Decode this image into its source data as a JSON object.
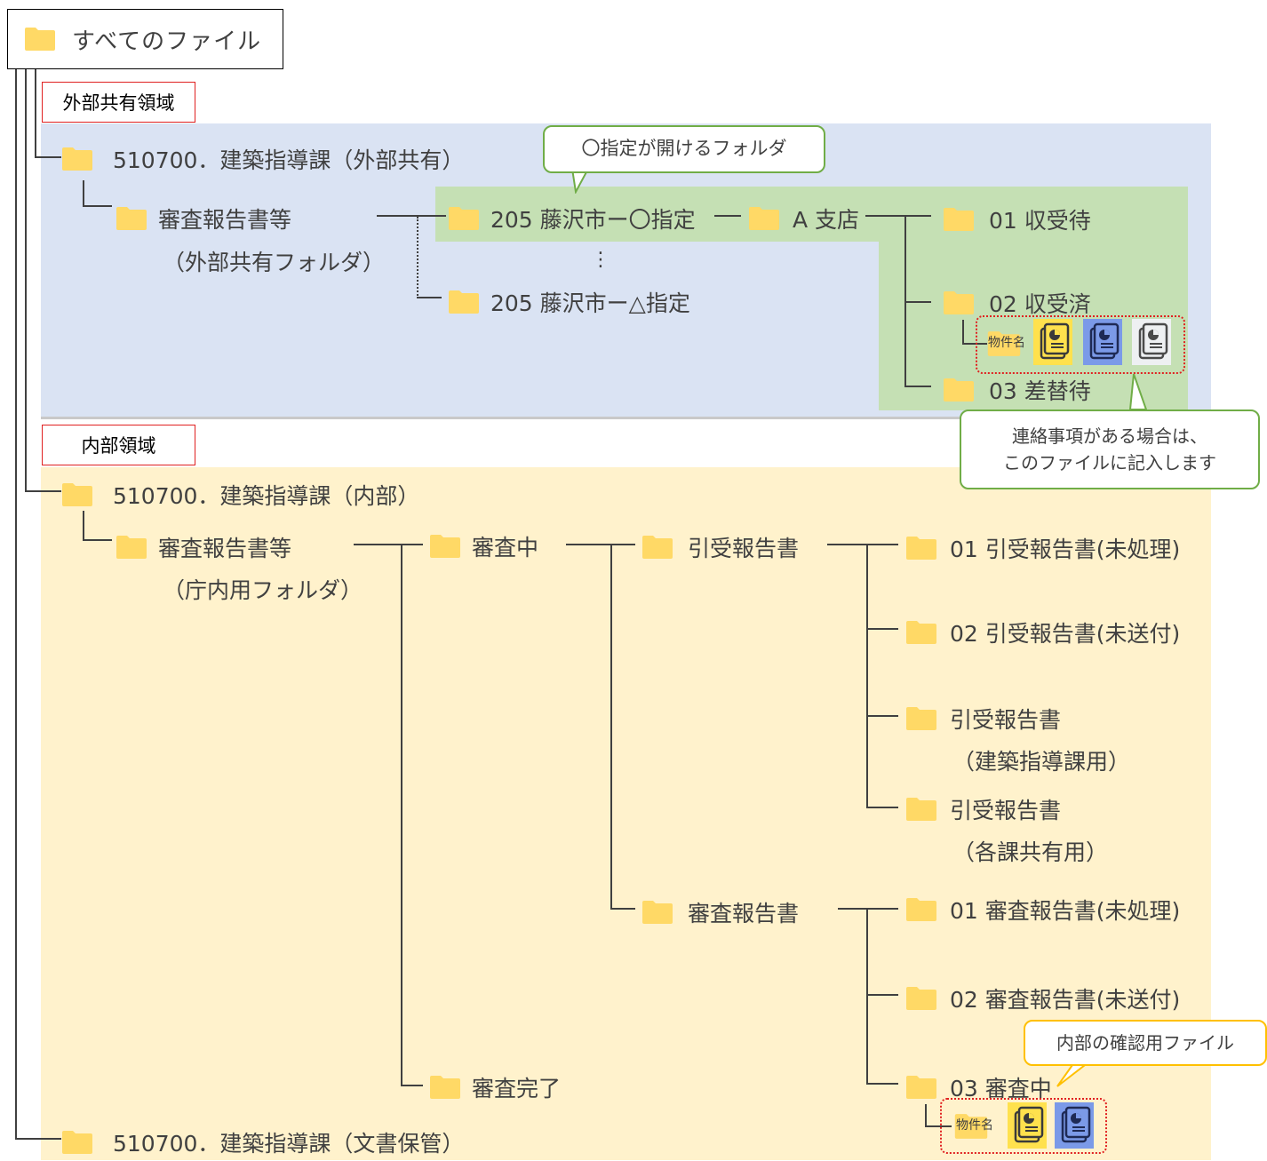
{
  "colors": {
    "external_area": "#dae3f3",
    "internal_area": "#fff2cc",
    "highlight_green": "#c5e0b4",
    "folder": "#ffd966",
    "tag_border": "#e02020",
    "callout_green": "#70ad47",
    "callout_yellow": "#ffc000"
  },
  "root": {
    "label": "すべてのファイル",
    "icon": "folder-icon"
  },
  "sections": {
    "external": "外部共有領域",
    "internal": "内部領域"
  },
  "external": {
    "division": "510700．建築指導課（外部共有）",
    "reports": {
      "label": "審査報告書等",
      "sub": "（外部共有フォルダ）"
    },
    "fujisawa_o": "205 藤沢市ー〇指定",
    "vdots": "⋮",
    "fujisawa_tri": "205 藤沢市ー△指定",
    "branch": "A 支店",
    "f01": "01 収受待",
    "f02": "02 収受済",
    "f03": "03 差替待",
    "property": "物件名"
  },
  "internal": {
    "division": "510700．建築指導課（内部）",
    "reports": {
      "label": "審査報告書等",
      "sub": "（庁内用フォルダ）"
    },
    "in_review": "審査中",
    "review_done": "審査完了",
    "acceptance": "引受報告書",
    "acc01": "01 引受報告書(未処理)",
    "acc02": "02 引受報告書(未送付)",
    "acc_kenchiku": {
      "label": "引受報告書",
      "sub": "（建築指導課用）"
    },
    "acc_shared": {
      "label": "引受報告書",
      "sub": "（各課共有用）"
    },
    "review_report": "審査報告書",
    "rev01": "01 審査報告書(未処理)",
    "rev02": "02 審査報告書(未送付)",
    "rev03": "03 審査中",
    "property": "物件名"
  },
  "archive": "510700．建築指導課（文書保管）",
  "callouts": {
    "open_folder": "〇指定が開けるフォルダ",
    "contact": "連絡事項がある場合は、\nこのファイルに記入します",
    "internal_check": "内部の確認用ファイル"
  },
  "doc_icons": [
    "document-chart-icon",
    "document-chart-icon",
    "document-chart-icon"
  ]
}
